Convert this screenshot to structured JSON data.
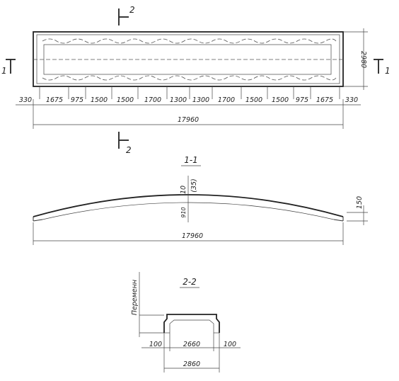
{
  "plan": {
    "width_dim": "2980",
    "length_dim": "17960",
    "segments": [
      "330",
      "1675",
      "975",
      "1500",
      "1500",
      "1700",
      "1300",
      "1300",
      "1700",
      "1500",
      "1500",
      "975",
      "1675",
      "330"
    ]
  },
  "markers": {
    "section1_left": "1",
    "section1_right": "1",
    "section2_top": "2",
    "section2_bottom": "2"
  },
  "section_1_1": {
    "title": "1-1",
    "length_dim": "17960",
    "end_height": "150",
    "rise_top": "10",
    "rise_paren": "(35)",
    "mid_height": "910"
  },
  "section_2_2": {
    "title": "2-2",
    "side_label": "Переменн",
    "rib_left": "100",
    "inner": "2660",
    "rib_right": "100",
    "overall": "2860"
  }
}
